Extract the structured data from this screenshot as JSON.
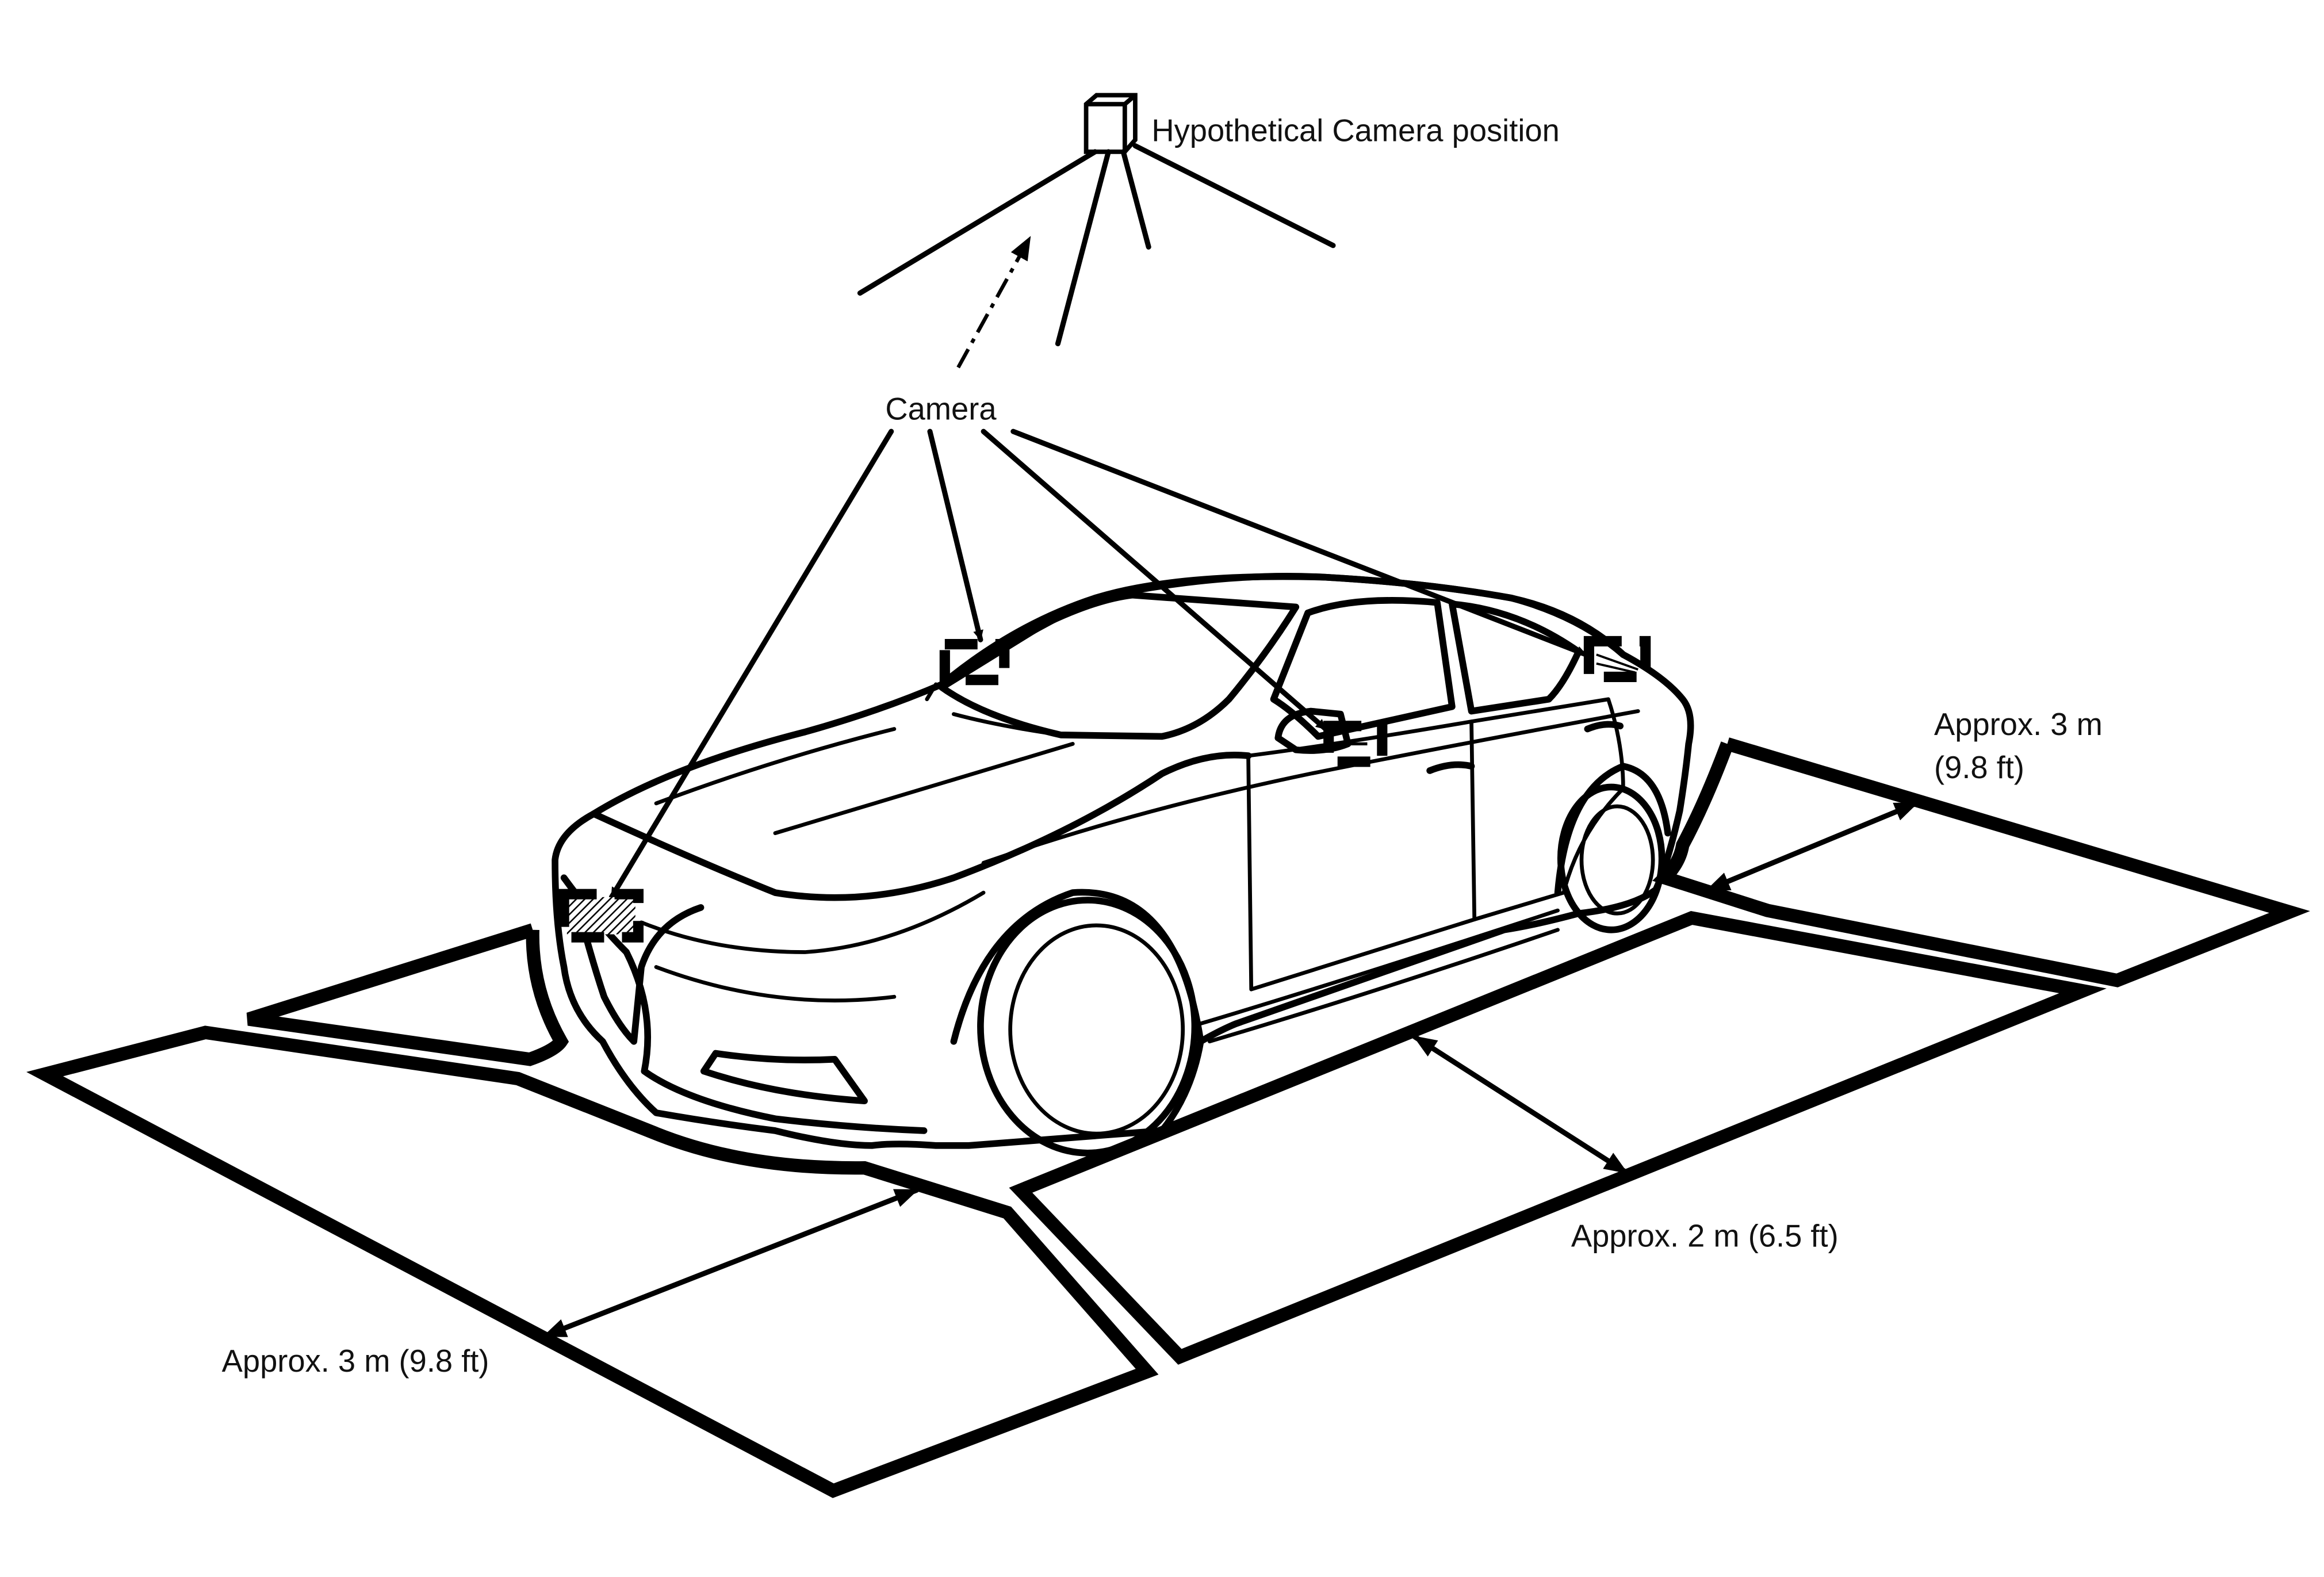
{
  "labels": {
    "hypothetical_camera": "Hypothetical Camera position",
    "camera": "Camera",
    "front_zone": "Approx. 3 m (9.8 ft)",
    "rear_zone_line1": "Approx. 3 m",
    "rear_zone_line2": "(9.8 ft)",
    "side_zone": "Approx. 2 m (6.5 ft)"
  },
  "colors": {
    "line": "#000000",
    "background": "#ffffff"
  },
  "icons": [
    "camera-box-icon"
  ]
}
